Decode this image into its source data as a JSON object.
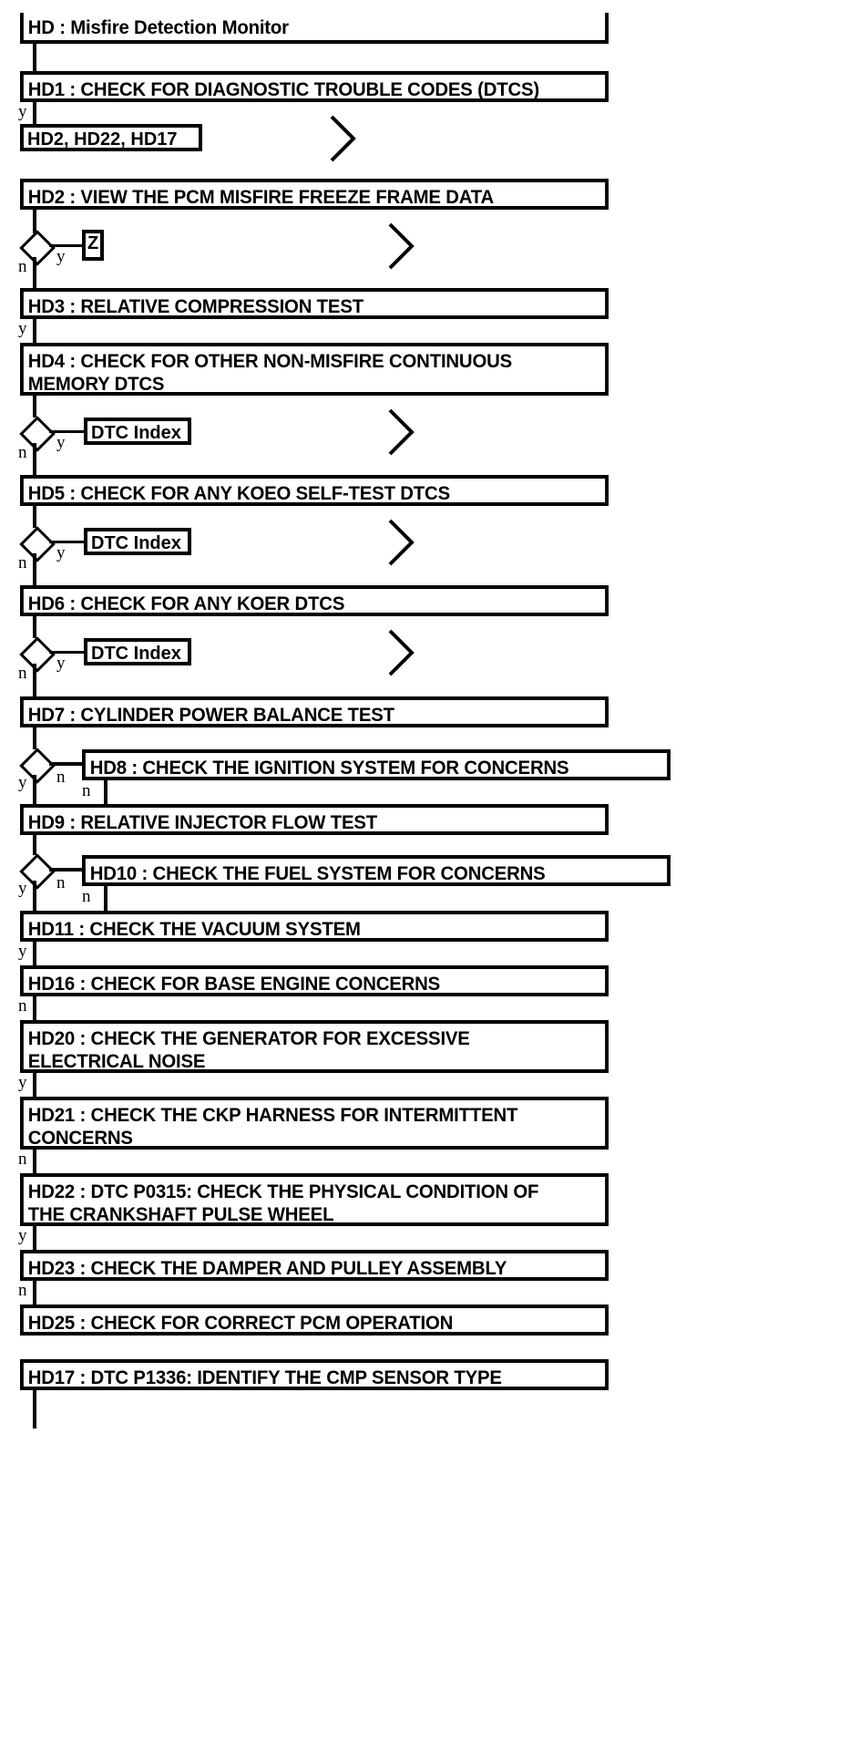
{
  "diagram": {
    "type": "flowchart",
    "title": "HD : Misfire Detection Monitor",
    "branch_labels": {
      "yes": "y",
      "no": "n"
    },
    "goto_marker": "chevron-right"
  },
  "nodes": {
    "hd": {
      "id": "HD",
      "label": "HD : Misfire Detection Monitor"
    },
    "hd1": {
      "id": "HD1",
      "label": "HD1 : CHECK FOR DIAGNOSTIC TROUBLE CODES (DTCS)"
    },
    "hd2": {
      "id": "HD2",
      "label": "HD2 : VIEW THE PCM MISFIRE FREEZE FRAME DATA"
    },
    "hd3": {
      "id": "HD3",
      "label": "HD3 : RELATIVE COMPRESSION TEST"
    },
    "hd4": {
      "id": "HD4",
      "label": "HD4 : CHECK FOR OTHER NON-MISFIRE CONTINUOUS\nMEMORY DTCS"
    },
    "hd5": {
      "id": "HD5",
      "label": "HD5 : CHECK FOR ANY KOEO SELF-TEST DTCS"
    },
    "hd6": {
      "id": "HD6",
      "label": "HD6 : CHECK FOR ANY KOER DTCS"
    },
    "hd7": {
      "id": "HD7",
      "label": "HD7 : CYLINDER POWER BALANCE TEST"
    },
    "hd8": {
      "id": "HD8",
      "label": "HD8 : CHECK THE IGNITION SYSTEM FOR CONCERNS"
    },
    "hd9": {
      "id": "HD9",
      "label": "HD9 : RELATIVE INJECTOR FLOW TEST"
    },
    "hd10": {
      "id": "HD10",
      "label": "HD10 : CHECK THE FUEL SYSTEM FOR CONCERNS"
    },
    "hd11": {
      "id": "HD11",
      "label": "HD11 : CHECK THE VACUUM SYSTEM"
    },
    "hd16": {
      "id": "HD16",
      "label": "HD16 : CHECK FOR BASE ENGINE CONCERNS"
    },
    "hd20": {
      "id": "HD20",
      "label": "HD20 : CHECK THE GENERATOR FOR EXCESSIVE\nELECTRICAL NOISE"
    },
    "hd21": {
      "id": "HD21",
      "label": "HD21 : CHECK THE CKP HARNESS FOR INTERMITTENT\nCONCERNS"
    },
    "hd22": {
      "id": "HD22",
      "label": "HD22 : DTC P0315: CHECK THE PHYSICAL CONDITION OF\nTHE CRANKSHAFT PULSE WHEEL"
    },
    "hd23": {
      "id": "HD23",
      "label": "HD23 : CHECK THE DAMPER AND PULLEY ASSEMBLY"
    },
    "hd25": {
      "id": "HD25",
      "label": "HD25 : CHECK FOR CORRECT PCM OPERATION"
    },
    "hd17": {
      "id": "HD17",
      "label": "HD17 : DTC P1336: IDENTIFY THE CMP SENSOR TYPE"
    }
  },
  "refs": {
    "ref_hd2_hd22_hd17": "HD2, HD22, HD17",
    "ref_z": "Z",
    "ref_dtc_index_1": "DTC Index",
    "ref_dtc_index_2": "DTC Index",
    "ref_dtc_index_3": "DTC Index"
  },
  "edges": [
    {
      "from": "HD1",
      "label": "y",
      "to": "HD2, HD22, HD17"
    },
    {
      "from": "HD2",
      "label": "y",
      "to": "Z"
    },
    {
      "from": "HD2",
      "label": "n",
      "to": "HD3"
    },
    {
      "from": "HD3",
      "label": "y",
      "to": "HD4"
    },
    {
      "from": "HD4",
      "label": "y",
      "to": "DTC Index"
    },
    {
      "from": "HD4",
      "label": "n",
      "to": "HD5"
    },
    {
      "from": "HD5",
      "label": "y",
      "to": "DTC Index"
    },
    {
      "from": "HD5",
      "label": "n",
      "to": "HD6"
    },
    {
      "from": "HD6",
      "label": "y",
      "to": "DTC Index"
    },
    {
      "from": "HD6",
      "label": "n",
      "to": "HD7"
    },
    {
      "from": "HD7",
      "label": "n",
      "to": "HD8"
    },
    {
      "from": "HD7",
      "label": "y",
      "to": "HD9"
    },
    {
      "from": "HD8",
      "label": "n",
      "to": "HD9"
    },
    {
      "from": "HD9",
      "label": "n",
      "to": "HD10"
    },
    {
      "from": "HD9",
      "label": "y",
      "to": "HD11"
    },
    {
      "from": "HD10",
      "label": "n",
      "to": "HD11"
    },
    {
      "from": "HD11",
      "label": "y",
      "to": "HD16"
    },
    {
      "from": "HD16",
      "label": "n",
      "to": "HD20"
    },
    {
      "from": "HD20",
      "label": "y",
      "to": "HD21"
    },
    {
      "from": "HD21",
      "label": "n",
      "to": "HD22"
    },
    {
      "from": "HD22",
      "label": "y",
      "to": "HD23"
    },
    {
      "from": "HD23",
      "label": "n",
      "to": "HD25"
    }
  ]
}
